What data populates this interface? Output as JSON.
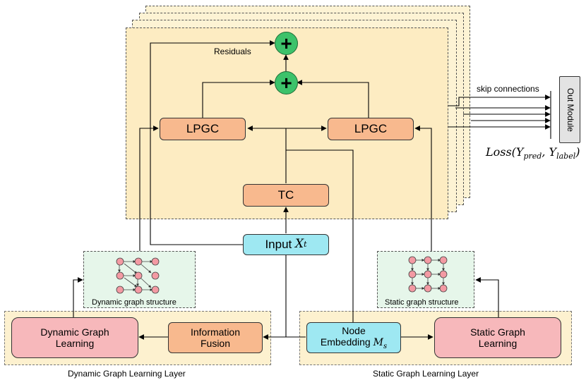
{
  "nodes": {
    "lpgc_left": "LPGC",
    "lpgc_right": "LPGC",
    "tc": "TC",
    "input_text": "Input ",
    "input_var": "X",
    "input_sub": "t",
    "out_module": "Out Module",
    "node_embedding_line1": "Node",
    "node_embedding_line2": "Embedding ",
    "node_embedding_var": "M",
    "node_embedding_sub": "s",
    "information_fusion_line1": "Information",
    "information_fusion_line2": "Fusion",
    "dynamic_graph_learning_line1": "Dynamic Graph",
    "dynamic_graph_learning_line2": "Learning",
    "static_graph_learning_line1": "Static Graph",
    "static_graph_learning_line2": "Learning",
    "plus_symbol": "+"
  },
  "labels": {
    "residuals": "Residuals",
    "skip_connections": "skip connections",
    "loss": "Loss(Y",
    "loss_pred": "pred",
    "loss_mid": ", Y",
    "loss_label": "label",
    "loss_end": ")",
    "dynamic_graph_structure": "Dynamic graph structure",
    "static_graph_structure": "Static graph structure",
    "dynamic_layer": "Dynamic Graph Learning Layer",
    "static_layer": "Static Graph Learning Layer"
  },
  "colors": {
    "plus_green": "#3cc26a",
    "graph_node_pink": "#f39aa3",
    "orange_box": "#f8b98e",
    "cyan_box": "#9ee8f2",
    "pink_box": "#f7b8bb"
  }
}
